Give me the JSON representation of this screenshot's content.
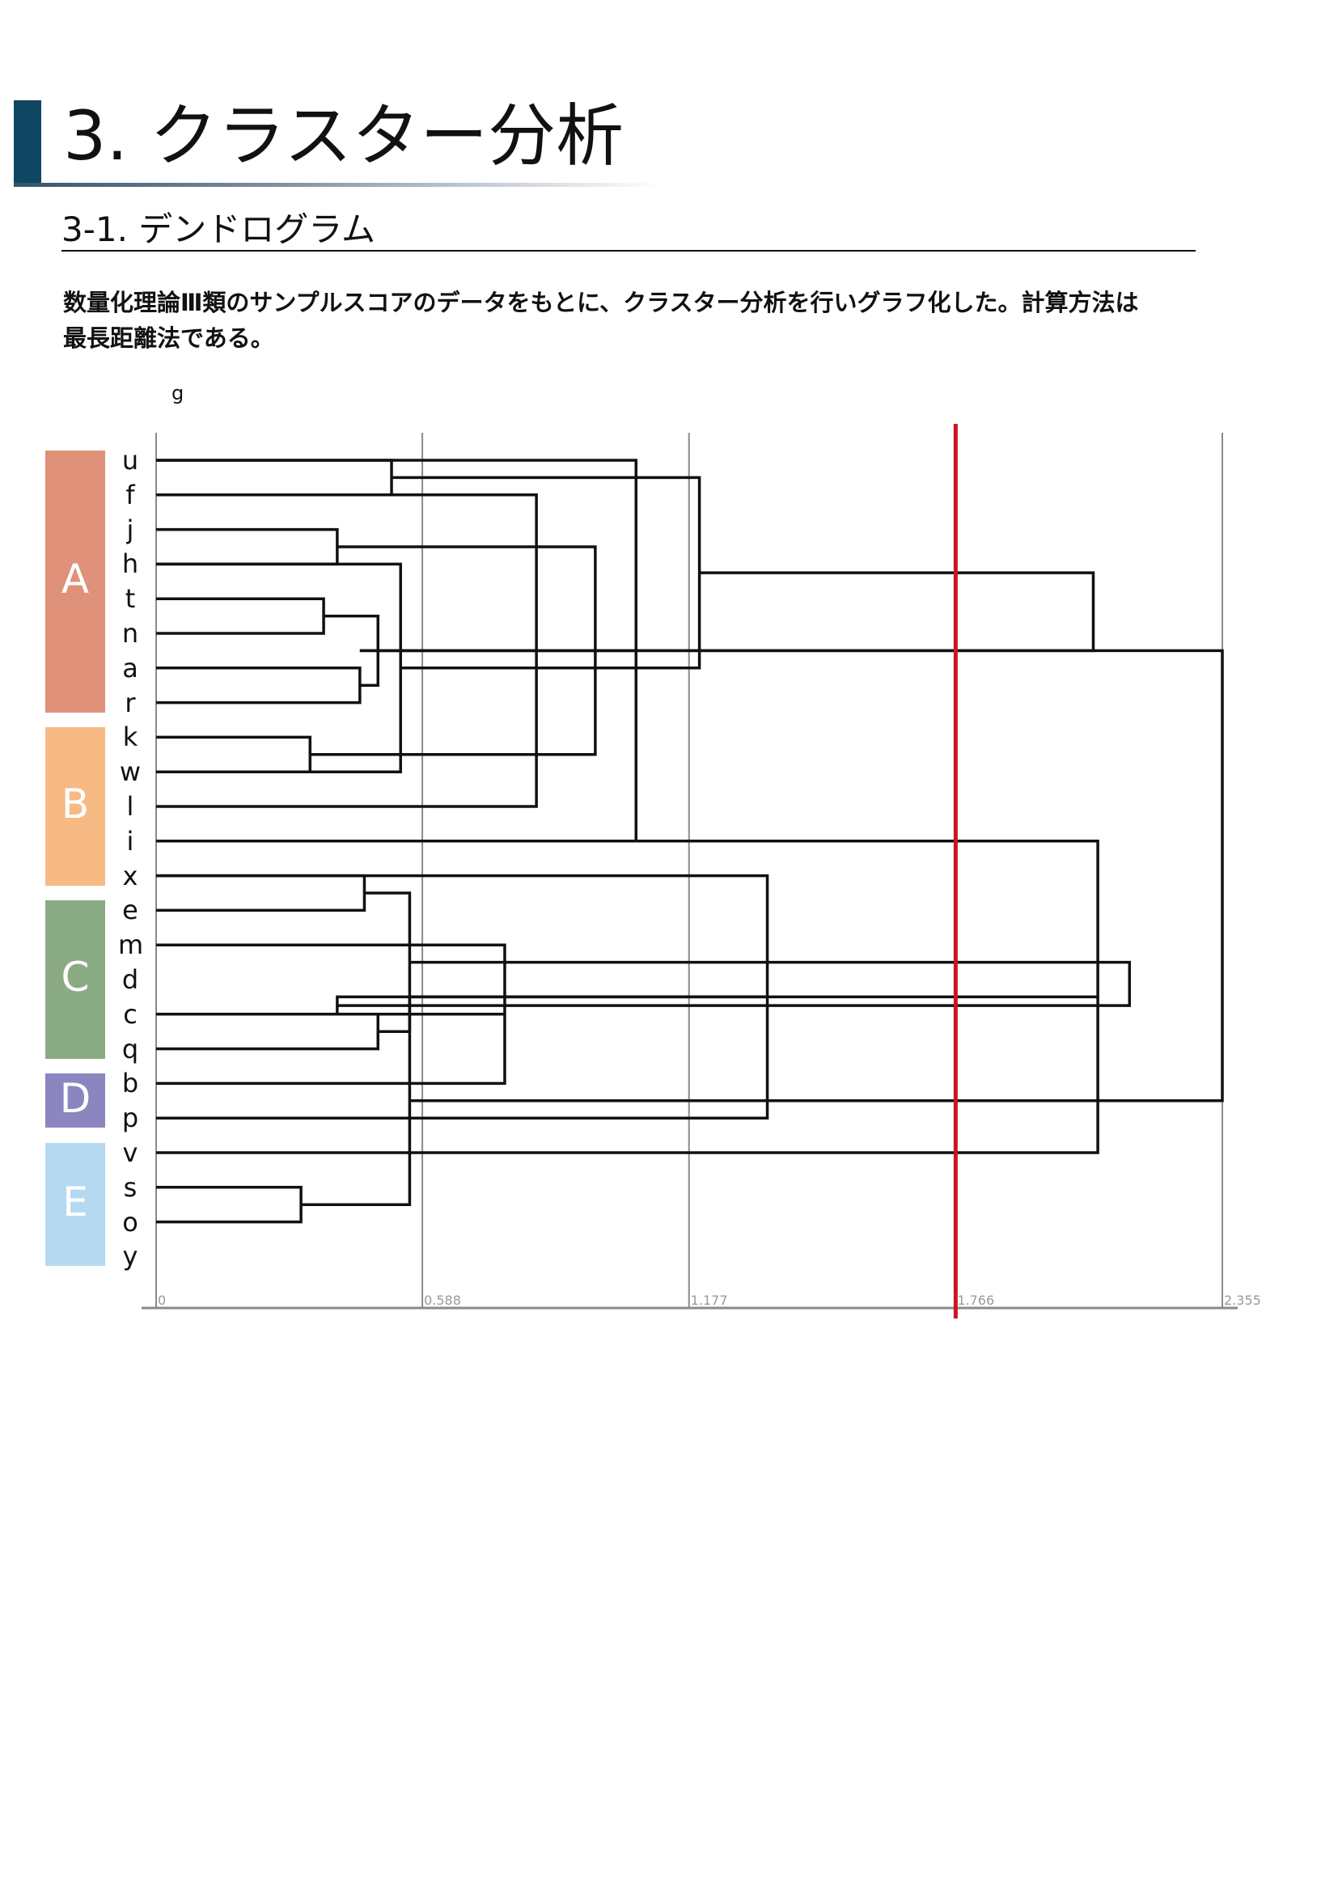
{
  "header": {
    "title": "3. クラスター分析",
    "subtitle": "3-1. デンドログラム",
    "description_line1": "数量化理論Ⅲ類のサンプルスコアのデータをもとに、クラスター分析を行いグラフ化した。計算方法は",
    "description_line2": "最長距離法である。"
  },
  "colors": {
    "title_bar": "#0f4763",
    "cut_line": "#c8161d",
    "group_A": "#df917a",
    "group_B": "#f7ba85",
    "group_C": "#8aab84",
    "group_D": "#8b86c0",
    "group_E": "#b6d9f2"
  },
  "chart_data": {
    "type": "dendrogram",
    "method": "最長距離法",
    "corner_label": "g",
    "orientation": "horizontal",
    "leaves": [
      "u",
      "f",
      "j",
      "h",
      "t",
      "n",
      "a",
      "r",
      "k",
      "w",
      "l",
      "i",
      "x",
      "e",
      "m",
      "d",
      "c",
      "q",
      "b",
      "p",
      "v",
      "s",
      "o",
      "y"
    ],
    "leaf_positions": [
      0,
      1,
      2,
      3,
      4,
      5,
      6,
      7,
      8,
      9,
      10,
      11,
      12,
      13,
      14,
      15,
      16,
      17,
      18,
      19,
      20,
      21,
      22,
      23
    ],
    "groups": [
      {
        "label": "A",
        "members": [
          "u",
          "f",
          "j",
          "h",
          "t",
          "n",
          "a",
          "r"
        ]
      },
      {
        "label": "B",
        "members": [
          "k",
          "w",
          "l",
          "i",
          "x"
        ]
      },
      {
        "label": "C",
        "members": [
          "e",
          "m",
          "d",
          "c",
          "q"
        ]
      },
      {
        "label": "D",
        "members": [
          "b",
          "p"
        ]
      },
      {
        "label": "E",
        "members": [
          "v",
          "s",
          "o",
          "y"
        ]
      }
    ],
    "x_ticks": [
      {
        "value": 0,
        "label": "0"
      },
      {
        "value": 0.588,
        "label": "0.588"
      },
      {
        "value": 1.177,
        "label": "1.177"
      },
      {
        "value": 1.766,
        "label": "1.766"
      },
      {
        "value": 2.355,
        "label": "2.355"
      }
    ],
    "xlim": [
      0,
      2.355
    ],
    "cut_height": 1.766,
    "gridlines": true,
    "merges": [
      {
        "a": 0,
        "b": 1,
        "height": 0.52
      },
      {
        "a": 2,
        "b": 3,
        "height": 0.4
      },
      {
        "a": 4,
        "b": 5,
        "height": 0.37
      },
      {
        "a": 6,
        "b": 7,
        "height": 0.45
      },
      {
        "a": 8,
        "b": 9,
        "height": 0.34
      },
      {
        "a": 9,
        "b": 3,
        "height": 0.54
      },
      {
        "a": 10,
        "b": 1,
        "height": 0.84
      },
      {
        "a": 11,
        "b": 0,
        "height": 1.06
      },
      {
        "a": 12,
        "b": 13,
        "height": 0.46
      },
      {
        "a": 16,
        "b": 17,
        "height": 0.49
      },
      {
        "a": 18,
        "b": 14,
        "height": 0.77
      },
      {
        "a": 19,
        "b": 12,
        "height": 1.35
      },
      {
        "a": 20,
        "b": 11,
        "height": 2.08
      },
      {
        "a": 21,
        "b": 22,
        "height": 0.32
      },
      {
        "a": 26,
        "b": 27,
        "height": 0.49
      },
      {
        "a": 28,
        "b": 25,
        "height": 0.97
      },
      {
        "a": 29,
        "b": 24,
        "height": 1.2
      },
      {
        "a": 30,
        "b": 31,
        "height": 0.45
      },
      {
        "a": 32,
        "b": 33,
        "height": 0.56
      },
      {
        "a": 34,
        "b": 35,
        "height": 0.4
      },
      {
        "a": 36,
        "b": 37,
        "height": 0.56
      },
      {
        "a": 38,
        "b": 39,
        "height": 1.15
      },
      {
        "a": 40,
        "b": 41,
        "height": 2.07
      },
      {
        "a": 42,
        "b": 43,
        "height": 2.15
      },
      {
        "a": 44,
        "b": 45,
        "height": 2.355
      }
    ]
  }
}
